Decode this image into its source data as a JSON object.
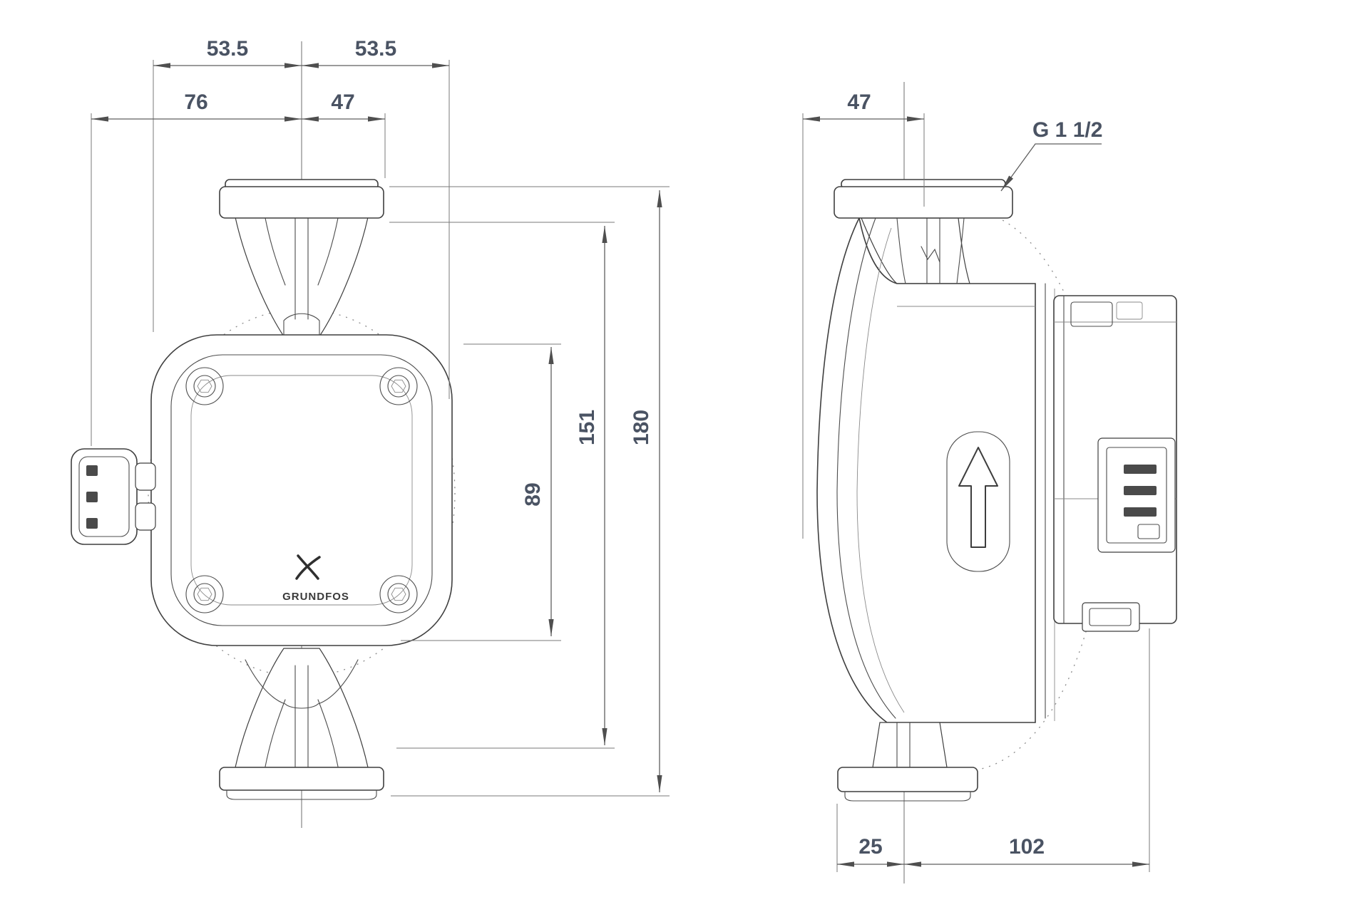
{
  "front_view": {
    "dim_53_5_left": "53.5",
    "dim_53_5_right": "53.5",
    "dim_76": "76",
    "dim_47": "47",
    "dim_89": "89",
    "dim_151": "151",
    "dim_180": "180",
    "logo_text": "GRUNDFOS"
  },
  "side_view": {
    "dim_47": "47",
    "thread_label": "G 1 1/2",
    "dim_25": "25",
    "dim_102": "102"
  },
  "colors": {
    "line": "#3f3f3f",
    "dimension_line": "#5f5f5f",
    "dimension_text": "#4a5363",
    "background": "#ffffff"
  }
}
